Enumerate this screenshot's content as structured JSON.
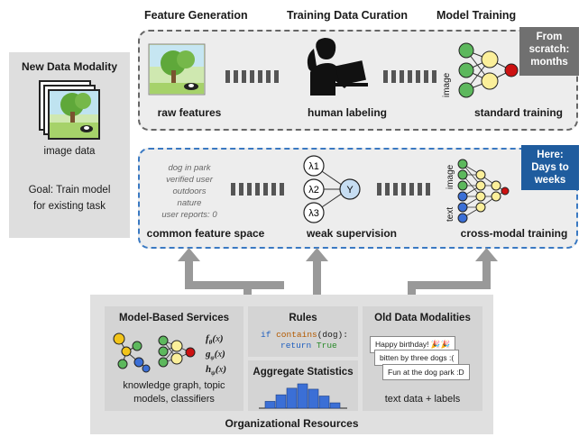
{
  "stage_headers": {
    "feature": "Feature Generation",
    "curation": "Training Data Curation",
    "training": "Model Training"
  },
  "left_box": {
    "title": "New Data Modality",
    "image_label": "image data",
    "goal_line1": "Goal: Train model",
    "goal_line2": "for existing task"
  },
  "top_row": {
    "raw_features": "raw features",
    "human_labeling": "human labeling",
    "standard_training": "standard training",
    "input_label": "image",
    "badge_line1": "From",
    "badge_line2": "scratch:",
    "badge_line3": "months",
    "badge_color": "#707070"
  },
  "mid_row": {
    "features": [
      "dog in park",
      "verified user",
      "outdoors",
      "nature",
      "user reports: 0"
    ],
    "common_feature_space": "common feature space",
    "lambdas": [
      "λ1",
      "λ2",
      "λ3"
    ],
    "y_node": "Y",
    "weak_supervision": "weak supervision",
    "cross_modal_training": "cross-modal training",
    "input_image": "image",
    "input_text": "text",
    "badge_line1": "Here:",
    "badge_line2": "Days to",
    "badge_line3": "weeks",
    "badge_color": "#1f5c9e",
    "border_color": "#3a79c2"
  },
  "resources": {
    "title": "Organizational Resources",
    "model_services": {
      "title": "Model-Based Services",
      "funcs": [
        "f",
        "g",
        "h"
      ],
      "caption_line1": "knowledge graph, topic",
      "caption_line2": "models, classifiers"
    },
    "rules": {
      "title": "Rules",
      "code_if": "if",
      "code_contains": "contains",
      "code_arg": "(dog):",
      "code_return": "return",
      "code_true": "True"
    },
    "aggregate": {
      "title": "Aggregate Statistics",
      "histogram": [
        0.28,
        0.55,
        0.82,
        1.0,
        0.78,
        0.5,
        0.22
      ]
    },
    "old_modalities": {
      "title": "Old Data Modalities",
      "notes": [
        "Happy birthday! 🎉🎉",
        "bitten by three dogs :(",
        "Fun at the dog park :D"
      ],
      "caption": "text data + labels"
    }
  }
}
